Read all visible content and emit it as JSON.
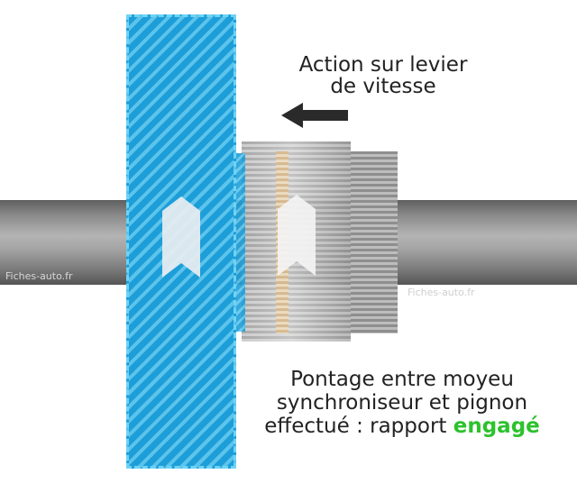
{
  "labels": {
    "action_line1": "Action sur levier",
    "action_line2": "de vitesse",
    "result_line1": "Pontage entre moyeu",
    "result_line2": "synchroniseur et pignon",
    "result_prefix": "effectué : rapport ",
    "result_status": "engagé"
  },
  "watermarks": [
    "Fiches-auto.fr",
    "Fiches-auto.fr"
  ],
  "colors": {
    "hub": "#1d9ed8",
    "sleeve": "#b0b0b0",
    "engaged": "#2cc22c",
    "arrow": "#2a2a2a"
  },
  "icons": {
    "movement": "left-arrow-icon",
    "direction": "up-chevron-icon"
  }
}
